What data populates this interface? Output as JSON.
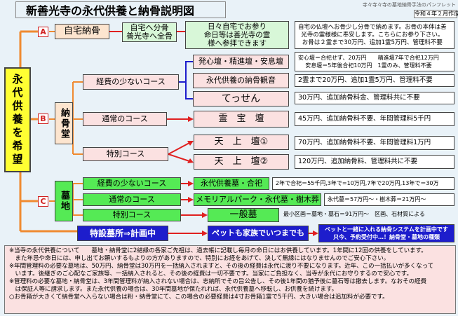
{
  "header": {
    "title": "新善光寺の永代供養と納骨説明図",
    "top_right_note": "寺々寺々寺の墓地納骨手法のパンフレット",
    "date": "令和４年２月作成"
  },
  "left_label": "永代供養を希望",
  "section_a": {
    "letter": "A",
    "title": "自宅納骨",
    "option": "自宅へ分骨\n善光寺へ全骨",
    "desc": "日々自宅でお参り\n命日等は善光寺の霊\n様へ参拝できます",
    "detail": "自宅の仏壇へお骨少し分骨で納めます。お骨の本体は善\n光寺の霊様様に奉安します。こちらにお参り下さい。\nお骨は２霊まで30万円、追加1霊5万円、管理料不要"
  },
  "section_b": {
    "letter": "B",
    "title": "納骨堂",
    "low_cost": {
      "label": "経費の少ないコース",
      "items": [
        {
          "name": "発心壇・精進壇・安息壇",
          "info": "安心壇＝合祀せず、20万円　　精進壇7年で合祀12万円\n安息壇＝5年後合祀10万円　1霊のみ、管理料不要"
        },
        {
          "name": "永代供養の納骨観音",
          "info": "2霊まで20万円、追加1霊5万円、管理料不要"
        },
        {
          "name": "てっせん",
          "info": "30万円、追加納骨料金、管理料共に不要"
        }
      ]
    },
    "normal": {
      "label": "通常のコース",
      "name": "霊　宝　壇",
      "info": "45万円、追加納骨料不要、年間管理料5千円"
    },
    "special": {
      "label": "特別コース",
      "items": [
        {
          "name": "天　上　壇①",
          "info": "70万円、追加納骨料不要、年間管理料1万円"
        },
        {
          "name": "天　上　壇②",
          "info": "120万円、追加納骨料、管理料共に不要"
        }
      ]
    }
  },
  "section_c": {
    "letter": "C",
    "title": "墓地",
    "low_cost": {
      "label": "経費の少ないコース",
      "name": "永代供養墓・合祀",
      "info": "2年で合祀＝55千円,3年で=10万円,7年で20万円,13年で＝30万"
    },
    "normal": {
      "label": "通常のコース",
      "name": "メモリアルパーク・永代墓・樹木葬",
      "info": "永代墓＝57万円〜・樹木葬＝21万円〜"
    },
    "special": {
      "label": "特別コース",
      "name": "一般墓",
      "info": "最小区画＝墓地・墓石＝91万円〜　区画、石材質による"
    },
    "special_plot": "特設墓所⇒計画中",
    "pets": "ペットも家族でいつまでも",
    "pets_desc": "ペットと一緒に入れる納骨システムを計画中です\n只今、予約受付中…！納骨堂・墓地の種類"
  },
  "notes": [
    "※当寺の永代供養について　　墓地・納骨堂に2結縁の各家ご先祖は、過去帳に記載し毎月の命日にはお供養しています。1年間に12回の供養をしています。",
    "　また年忌や命日には、申し出てお頼いするもよりの方がありますので、特別にお経をあげて、決して無縁にはなりませんのでご安心下さい。",
    "※年間管理料の必要な墓地は、50万円、納骨堂は30万円を一括納入されますと、その後の経費は永代に渡り不要になります。近年、この一括払いが多くなって",
    "　います。後継ぎのご心配なご家族等、一括納入されると、その後の経費は一切不要です。当家にご負担なく、当寺が永代にお守りするので安心です。",
    "※管理料の必要な墓地・納骨堂は、3年間管理料が納入されない場合は、志納所でその旨公告し、その後1年間の猶予後に墓石等は撤去します。なおその経費",
    "　は保証人等に請求します。また永代供養の場合は、30年間墓地が保たれれば、永代供養墓へ移転し、お供養を続けます。",
    "○お骨箱が大きくて納骨堂へ入らない場合は粉・納骨堂にて、この場合の必要経費は4寸お骨箱1霊で5千円、大きい場合は追加料が必要です。"
  ],
  "colors": {
    "frame": "#e9f2f8",
    "pink_box": "#fbe1e1",
    "green_box": "#55ea55",
    "light_green_box": "#d8f7d8",
    "peach_box": "#fde5cf",
    "yellow": "#ffff33",
    "blue": "#1d1dcc",
    "red_line": "#e02020",
    "orange_line": "#f08a30"
  }
}
